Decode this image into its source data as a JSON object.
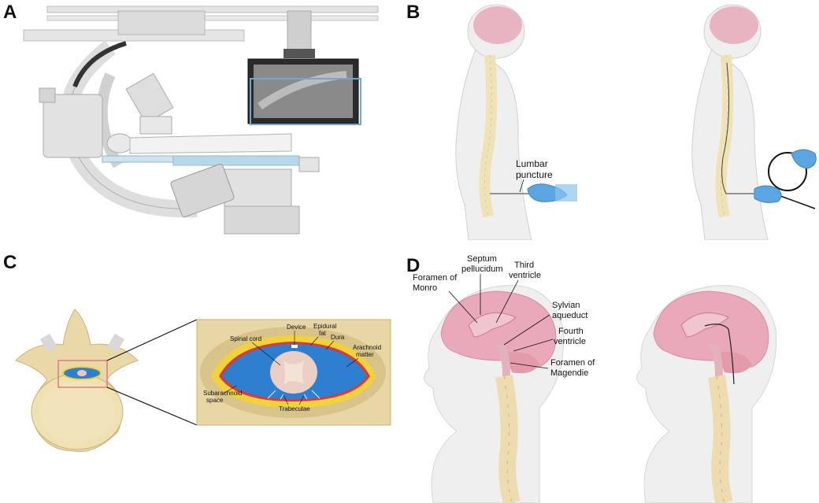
{
  "panels": {
    "a": {
      "letter": "A"
    },
    "b": {
      "letter": "B",
      "label_line1": "Lumbar",
      "label_line2": "puncture"
    },
    "c": {
      "letter": "C",
      "labels": {
        "device": "Device",
        "epidural_line1": "Epidural",
        "epidural_line2": "fat",
        "dura": "Dura",
        "spinal_cord": "Spinal cord",
        "arachnoid_line1": "Arachnoid",
        "arachnoid_line2": "matter",
        "subarachnoid_line1": "Subarachnoid",
        "subarachnoid_line2": "space",
        "trabeculae": "Trabeculae"
      }
    },
    "d": {
      "letter": "D",
      "labels": {
        "septum_line1": "Septum",
        "septum_line2": "pellucidum",
        "third_line1": "Third",
        "third_line2": "ventricle",
        "monro_line1": "Foramen of",
        "monro_line2": "Monro",
        "sylvian_line1": "Sylvian",
        "sylvian_line2": "aqueduct",
        "fourth_line1": "Fourth",
        "fourth_line2": "ventricle",
        "magendie_line1": "Foramen of",
        "magendie_line2": "Magendie"
      }
    }
  },
  "colors": {
    "brain": "#e8a7b7",
    "spine": "#ecdcb0",
    "skin": "#eeeeee",
    "glove": "#5aa6e0",
    "csf": "#2f7fd0",
    "fat": "#f2d23a",
    "dura_red": "#d83b3b",
    "bone": "#ead9a8"
  }
}
